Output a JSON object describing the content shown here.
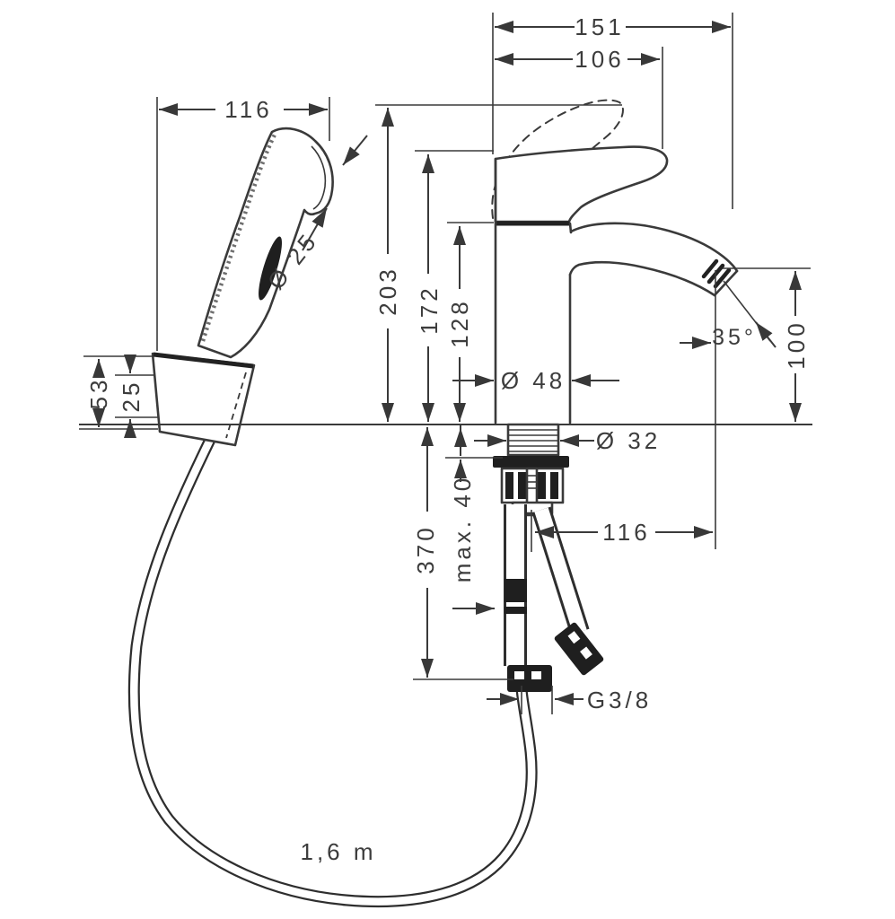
{
  "drawing": {
    "description": "Dimensioned technical line drawing of a single-lever basin mixer with bidet hand spray, wall holder and hose",
    "background": "#ffffff",
    "line_color": "#3a3a3a",
    "dark_fill": "#1f1f1f",
    "labels": {
      "overall_depth": "151",
      "spout_reach": "106",
      "hand_shower_length": "116",
      "hand_shower_diameter": "Ø 25",
      "body_total_height": "203",
      "lever_height": "172",
      "spout_height": "128",
      "holder_height": "53",
      "holder_clamp_spacing": "25",
      "outlet_clearance": "100",
      "spray_angle": "35°",
      "base_diameter": "Ø 48",
      "tail_diameter": "Ø 32",
      "max_deck_thickness": "max. 40",
      "hose_drop_below_deck": "370",
      "outlet_offset": "116",
      "supply_connection": "G3/8",
      "hose_length": "1,6 m"
    }
  }
}
